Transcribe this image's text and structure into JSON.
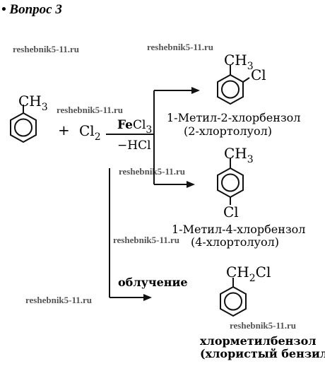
{
  "title": "• Вопрос 3",
  "watermark": "reshebnik5-11.ru",
  "reactants": {
    "toluene_group": "CH",
    "toluene_group_sub": "3",
    "plus": "+",
    "chlorine": "Cl",
    "chlorine_sub": "2"
  },
  "conditions": {
    "catalyst": "Fe",
    "catalyst_suffix": "Cl",
    "catalyst_suffix_sub": "3",
    "byproduct": "−HCl",
    "light": "облучение"
  },
  "products": [
    {
      "group": "CH",
      "group_sub": "3",
      "substituent": "Cl",
      "name": "1-Метил-2-хлорбензол",
      "alt_name": "(2-хлортолуол)"
    },
    {
      "group": "CH",
      "group_sub": "3",
      "substituent": "Cl",
      "name": "1-Метил-4-хлорбензол",
      "alt_name": "(4-хлортолуол)"
    },
    {
      "group": "CH",
      "group_sub": "2",
      "group_suffix": "Cl",
      "name": "хлорметилбензол",
      "alt_name": "(хлористый бензил)"
    }
  ]
}
